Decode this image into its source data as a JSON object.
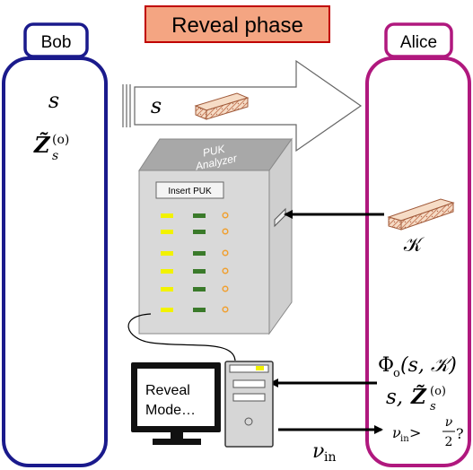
{
  "title": "Reveal phase",
  "bob": {
    "label": "Bob",
    "symbol_s": "s",
    "symbol_z": "Z̃",
    "symbol_z_sub": "s",
    "symbol_z_sup": "(o)"
  },
  "alice": {
    "label": "Alice",
    "key_symbol": "𝒦",
    "phi": "Φ",
    "phi_sub": "o",
    "phi_args": "(s, 𝒦)",
    "sz_prefix": "s, ",
    "sz_z": "Z̃",
    "sz_sub": "s",
    "sz_sup": "(o)",
    "compare_lhs": "ν",
    "compare_lhs_sub": "in",
    "compare_op": " > ",
    "compare_num": "ν",
    "compare_den": "2",
    "compare_q": "?"
  },
  "transfer": {
    "symbol": "s"
  },
  "analyzer": {
    "label_line1": "PUK",
    "label_line2": "Analyzer",
    "slot_label": "Insert PUK"
  },
  "monitor": {
    "line1": "Reveal",
    "line2": "Mode…"
  },
  "output": {
    "symbol": "ν",
    "symbol_sub": "in"
  },
  "colors": {
    "bob_border": "#1a1a8c",
    "alice_border": "#b0187e",
    "title_bg": "#f4a582",
    "title_border": "#c00000",
    "led_yellow": "#f2f200",
    "led_green": "#3a7a2a",
    "led_orange": "#f0a030"
  }
}
